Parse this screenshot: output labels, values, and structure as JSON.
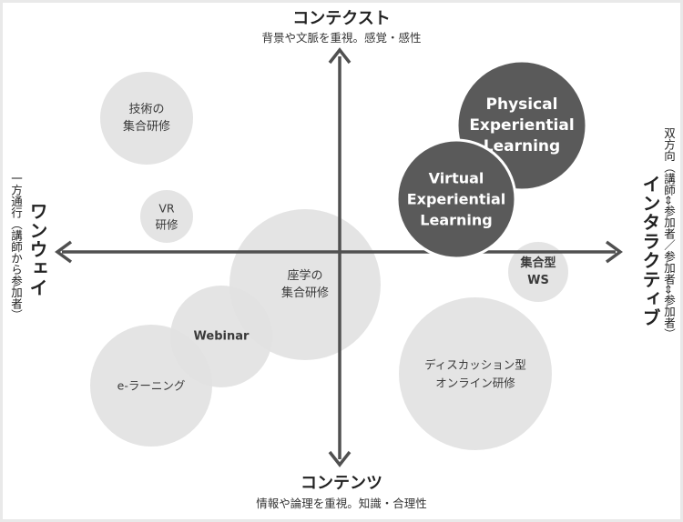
{
  "axes": {
    "top": {
      "title": "コンテクスト",
      "subtitle": "背景や文脈を重視。感覚・感性"
    },
    "bottom": {
      "title": "コンテンツ",
      "subtitle": "情報や論理を重視。知識・合理性"
    },
    "left": {
      "title": "ワンウェイ",
      "subtitle": "一方通行（講師から参加者）"
    },
    "right": {
      "title": "インタラクティブ",
      "subtitle": "双方向（講師⇔参加者／参加者⇔参加者）"
    }
  },
  "bubbles": [
    {
      "label": [
        "技術の",
        "集合研修"
      ],
      "tone": "light"
    },
    {
      "label": [
        "VR",
        "研修"
      ],
      "tone": "light"
    },
    {
      "label": [
        "座学の",
        "集合研修"
      ],
      "tone": "light"
    },
    {
      "label": [
        "Webinar"
      ],
      "tone": "light"
    },
    {
      "label": [
        "e-ラーニング"
      ],
      "tone": "light"
    },
    {
      "label": [
        "集合型",
        "WS"
      ],
      "tone": "light"
    },
    {
      "label": [
        "ディスカッション型",
        "オンライン研修"
      ],
      "tone": "light"
    },
    {
      "label": [
        "Physical",
        "Experiential",
        "Learning"
      ],
      "tone": "dark"
    },
    {
      "label": [
        "Virtual",
        "Experiential",
        "Learning"
      ],
      "tone": "dark"
    }
  ],
  "colors": {
    "axis": "#505050",
    "light_fill": "#e2e2e2",
    "light_text": "#3a3a3a",
    "dark_fill": "#5a5a5a",
    "dark_stroke": "#ffffff",
    "dark_text": "#ffffff"
  }
}
